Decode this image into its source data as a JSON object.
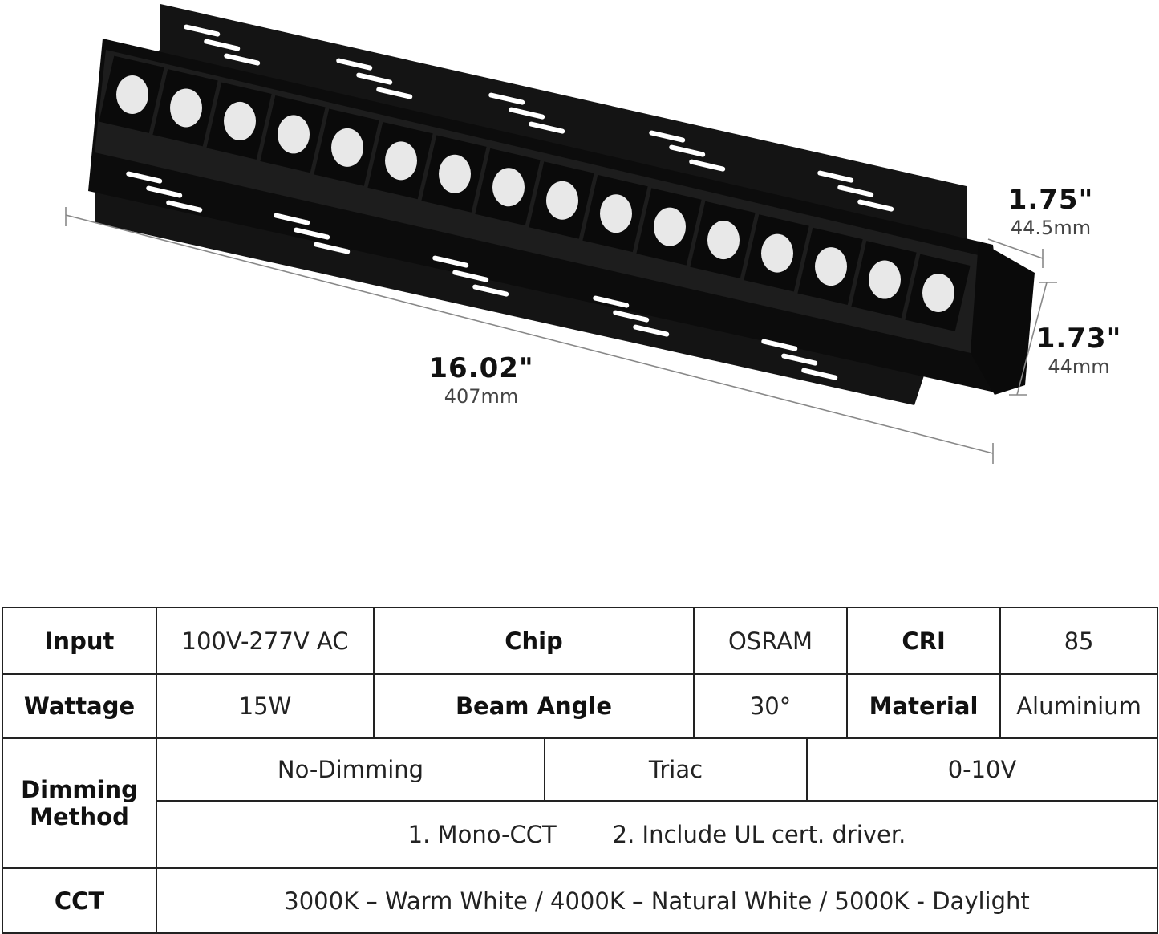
{
  "dimensions": {
    "length": {
      "inch": "16.02\"",
      "mm": "407mm"
    },
    "width": {
      "inch": "1.75\"",
      "mm": "44.5mm"
    },
    "height": {
      "inch": "1.73\"",
      "mm": "44mm"
    }
  },
  "specs": {
    "input": {
      "label": "Input",
      "value": "100V-277V AC"
    },
    "chip": {
      "label": "Chip",
      "value": "OSRAM"
    },
    "cri": {
      "label": "CRI",
      "value": "85"
    },
    "wattage": {
      "label": "Wattage",
      "value": "15W"
    },
    "beam_angle": {
      "label": "Beam Angle",
      "value": "30°"
    },
    "material": {
      "label": "Material",
      "value": "Aluminium"
    },
    "dimming": {
      "label_line1": "Dimming",
      "label_line2": "Method",
      "options": [
        "No-Dimming",
        "Triac",
        "0-10V"
      ],
      "note1": "1. Mono-CCT",
      "note2": "2. Include UL cert. driver."
    },
    "cct": {
      "label": "CCT",
      "value": "3000K – Warm White / 4000K – Natural White / 5000K - Daylight"
    }
  },
  "colors": {
    "housing": "#111111",
    "led": "#e8e8e8",
    "border": "#222222"
  }
}
